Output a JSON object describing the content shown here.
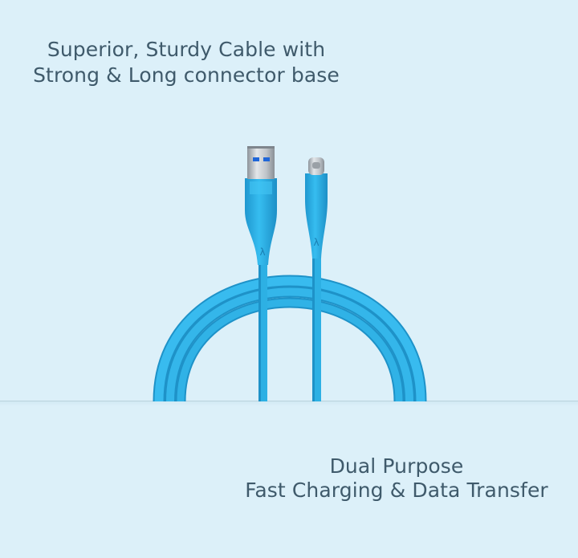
{
  "headline": {
    "line1": "Superior, Sturdy Cable with",
    "line2": "Strong & Long connector base"
  },
  "footline": {
    "line1": "Dual Purpose",
    "line2": "Fast Charging & Data Transfer"
  },
  "connector_logo": "λ",
  "colors": {
    "background": "#dcf0f9",
    "text": "#3f5a6b",
    "cable": "#2db0e4",
    "cable_dark": "#1e92c8",
    "metal": "#b7bcc2",
    "usb_port_blue": "#1f66d8"
  }
}
